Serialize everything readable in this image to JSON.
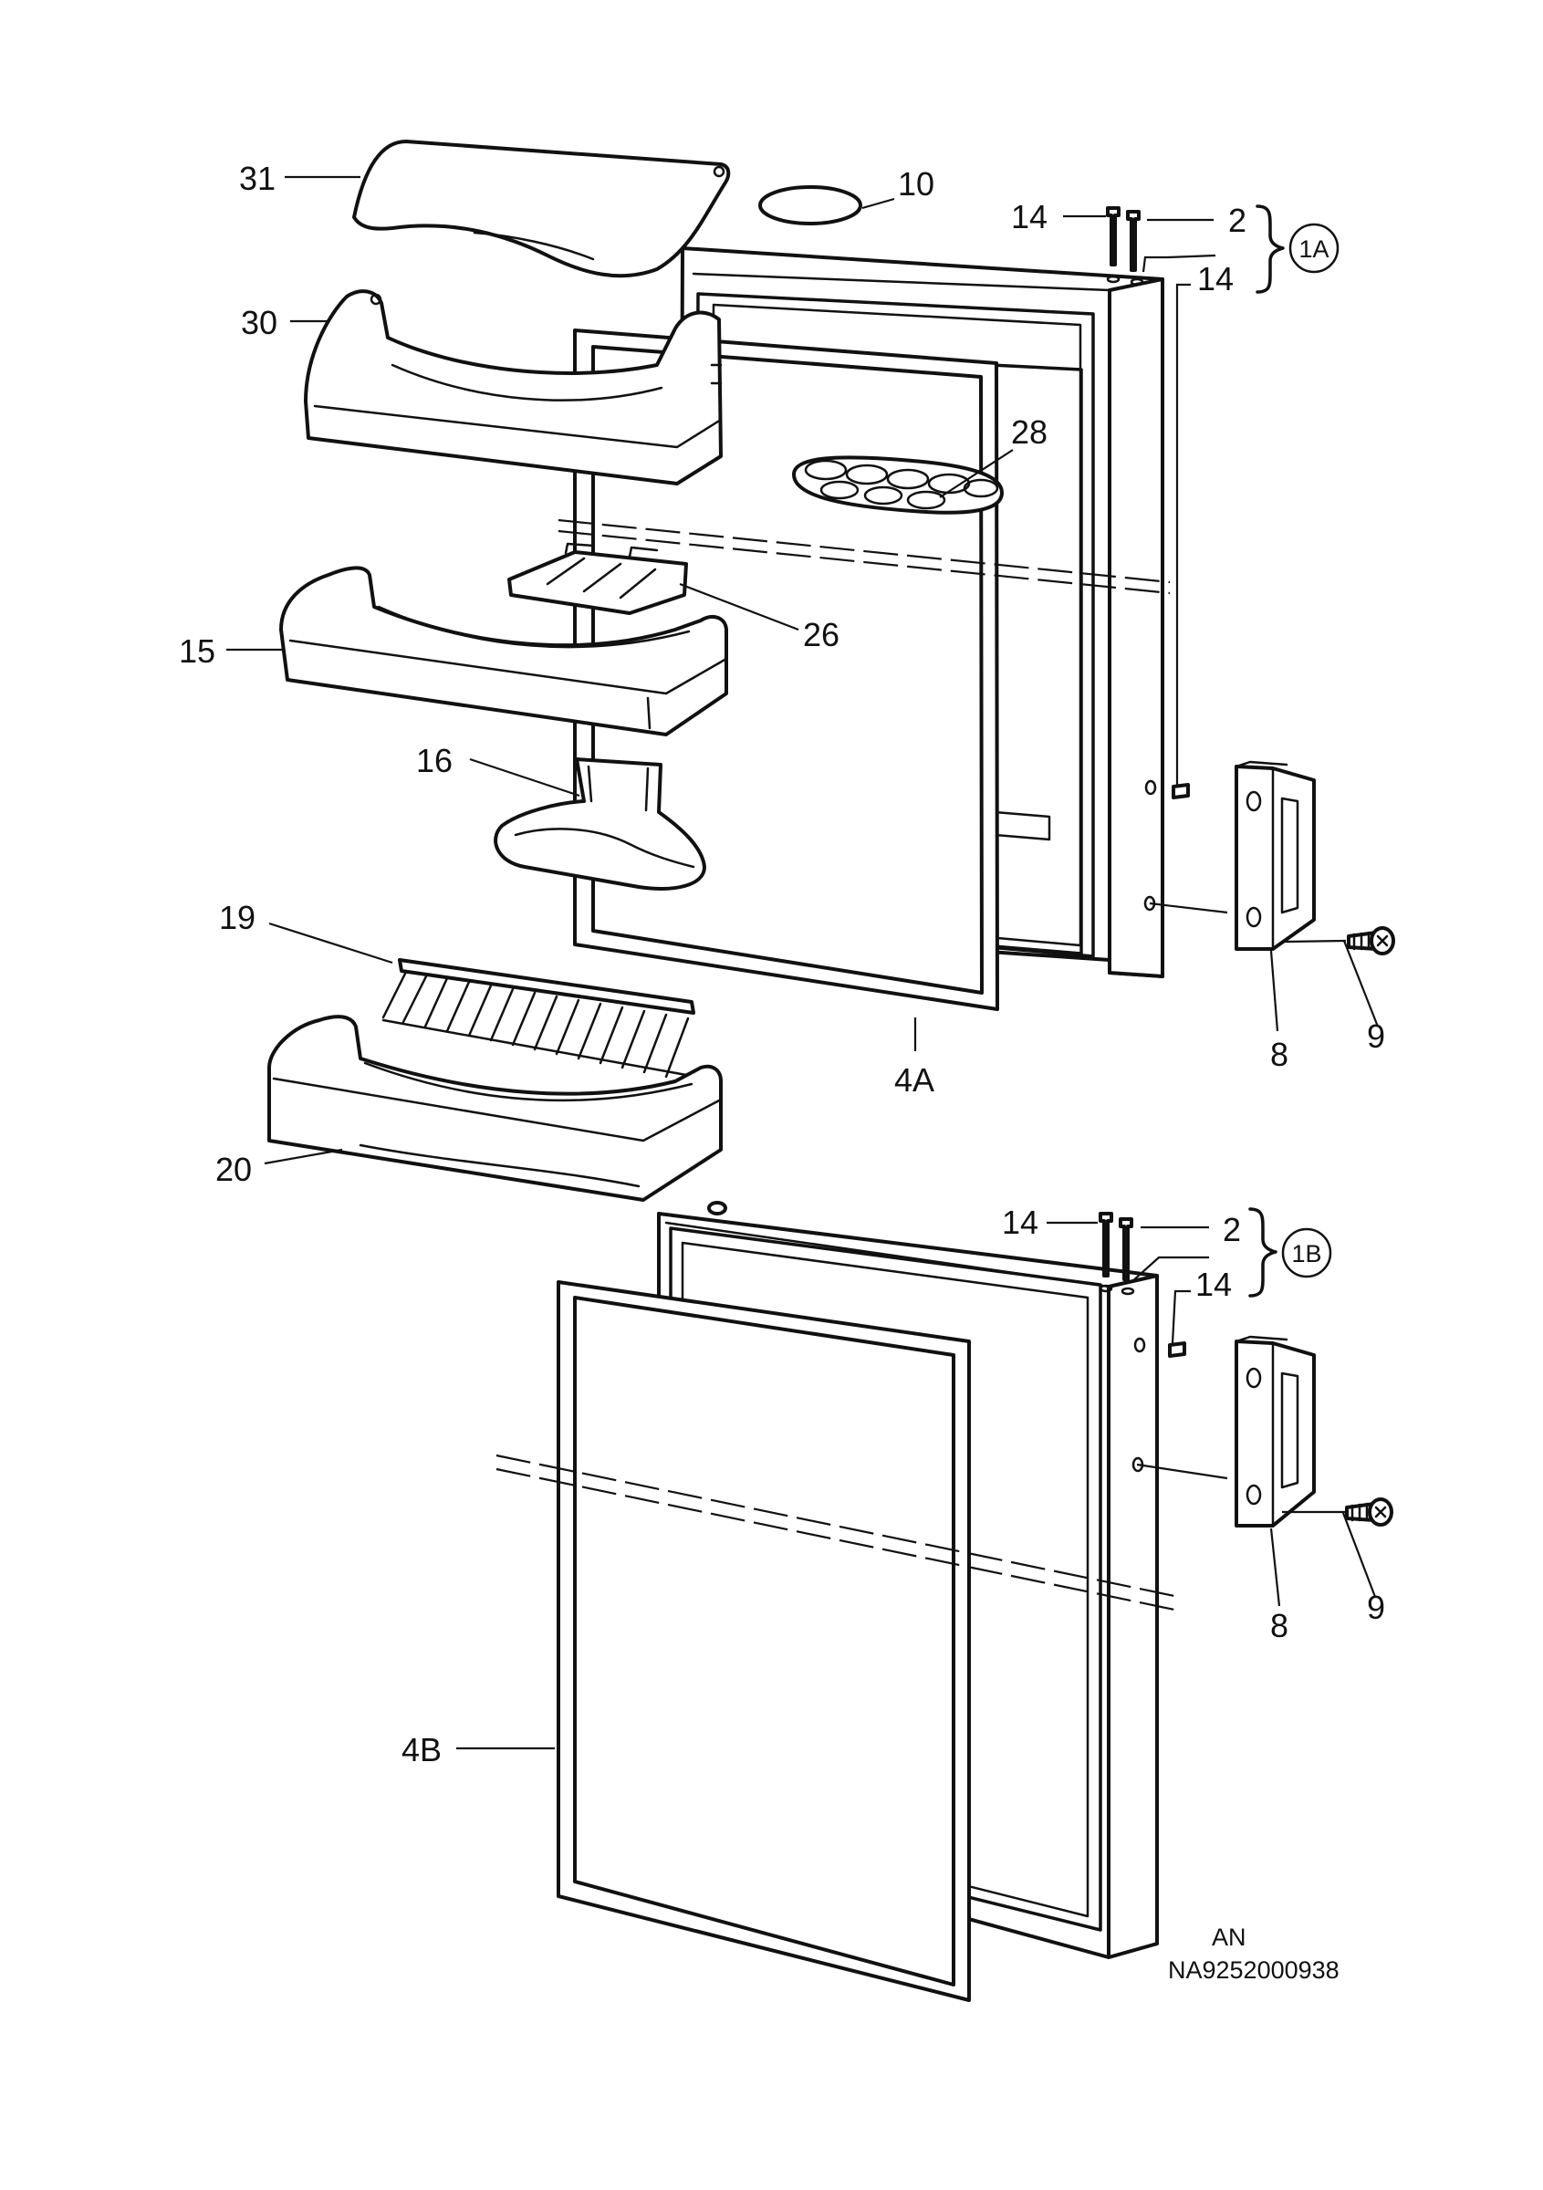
{
  "labels": {
    "l31": "31",
    "l10": "10",
    "l30": "30",
    "l28": "28",
    "l26": "26",
    "l15": "15",
    "l16": "16",
    "l19": "19",
    "l20": "20",
    "l4A": "4A",
    "l8a": "8",
    "l9a": "9",
    "l8b": "8",
    "l9b": "9",
    "l4B": "4B",
    "l14a": "14",
    "l2a": "2",
    "l14a2": "14",
    "l14b": "14",
    "l2b": "2",
    "l14b2": "14"
  },
  "assemblies": {
    "upper": "1A",
    "lower": "1B"
  },
  "footer": {
    "line1": "AN",
    "line2": "NA9252000938"
  }
}
